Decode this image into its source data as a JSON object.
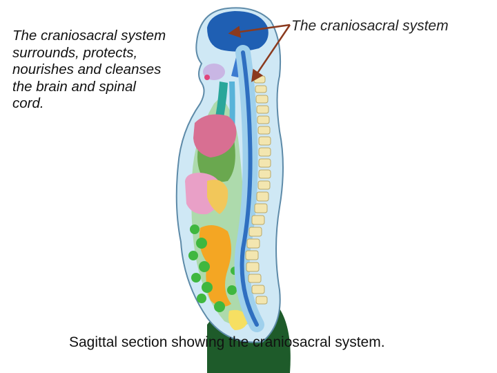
{
  "description": "The craniosacral system surrounds, protects, nourishes and cleanses the brain and spinal cord.",
  "pointer_label": "The craniosacral system",
  "caption": "Sagittal section showing the craniosacral system.",
  "colors": {
    "skin": "#cfe8f5",
    "outline": "#5d8aa8",
    "brain": "#1f5fb3",
    "vertebrae": "#f3e6b0",
    "spinal_cord": "#2f6fc0",
    "heart": "#d86f92",
    "lung": "#6aa84f",
    "stomach": "#e9a0c7",
    "intestine": "#f4a623",
    "green_organs": "#3fb73f",
    "arrow": "#8b3a1e"
  }
}
